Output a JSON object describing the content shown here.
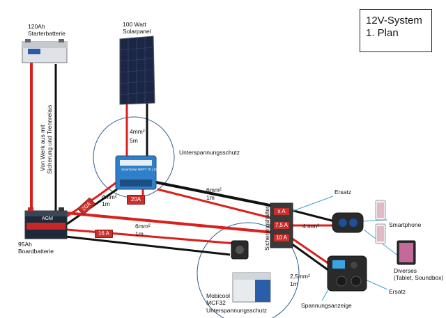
{
  "title": {
    "line1": "12V-System",
    "line2": "1. Plan"
  },
  "components": {
    "starter_battery": {
      "capacity": "120Ah",
      "name": "Starterbatterie"
    },
    "solar_panel": {
      "power": "100 Watt",
      "name": "Solarpanel"
    },
    "board_battery": {
      "capacity": "95Ah",
      "name": "Boardbatterie"
    },
    "fridge": {
      "brand": "Mobicool",
      "model": "MCF32"
    },
    "smartphone": "Smartphone",
    "tablet": {
      "name": "Diverses",
      "detail": "(Tablet, Soundbox)"
    }
  },
  "notes": {
    "factory_line1": "Von Werk aus mit",
    "factory_line2": "Sicherung und Trennrelais",
    "undervoltage_top": "Unterspannungsschutz",
    "undervoltage_bottom": "Unterspannungsschutz",
    "fuse_holder": "Sicherungshalter",
    "spare_top": "Ersatz",
    "spare_bottom": "Ersatz",
    "voltage_display": "Spannungsanzeige"
  },
  "cables": {
    "solar": {
      "size": "4mm²",
      "length": "5m"
    },
    "controller_battery": {
      "size": "4mm²",
      "length": "1m"
    },
    "battery_fuse": {
      "size": "6mm²",
      "length": "1m"
    },
    "fridge": {
      "size": "6mm²",
      "length": "1m"
    },
    "usb": {
      "size": "4 mm²"
    },
    "panel": {
      "size": "2,5mm²",
      "length": "1m"
    }
  },
  "fuses": {
    "f20a_left": "20A",
    "f20a_right": "20A",
    "f16a": "16 A",
    "holder_slots": [
      "x A",
      "7,5 A",
      "10 A"
    ]
  },
  "controller_text": "SmartSolar MPPT 75 | 15",
  "battery_label": "AGM",
  "colors": {
    "positive": "#d9201c",
    "negative": "#111111",
    "fuse": "#c9302c",
    "controller": "#2f7fc8",
    "info_line": "#3a9fd0"
  }
}
